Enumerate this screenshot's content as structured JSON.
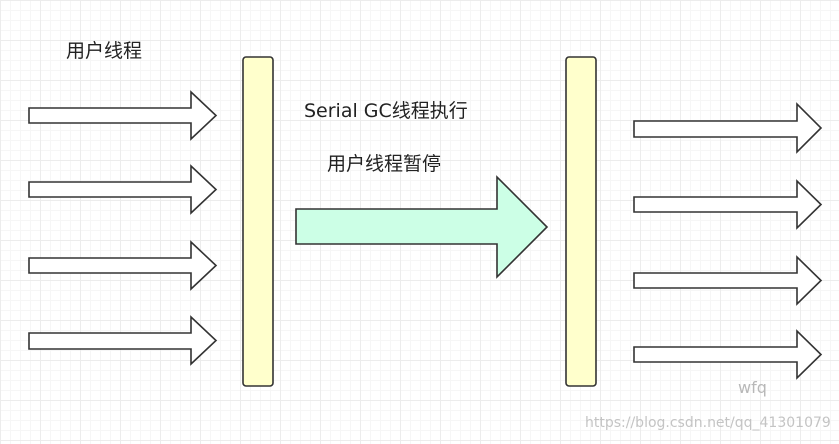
{
  "labels": {
    "user_threads": "用户线程",
    "serial_gc": "Serial GC线程执行",
    "user_paused": "用户线程暂停"
  },
  "watermark": {
    "author": "wfq",
    "url": "https://blog.csdn.net/qq_41301079"
  },
  "colors": {
    "barrier_fill": "#ffffcc",
    "gc_arrow_fill": "#ccffe6",
    "thread_arrow_fill": "#ffffff",
    "stroke": "#333333"
  }
}
